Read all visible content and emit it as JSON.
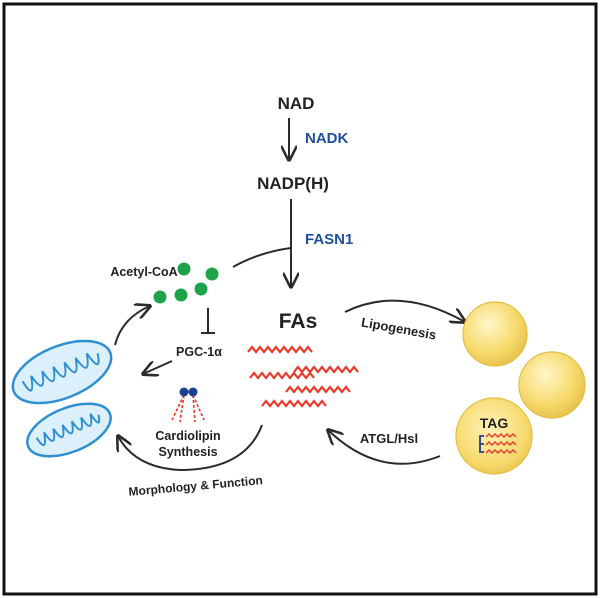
{
  "diagram": {
    "nodes": {
      "nad": "NAD",
      "nadph": "NADP(H)",
      "fas": "FAs",
      "acetyl_coa": "Acetyl-CoA",
      "pgc1a": "PGC-1α",
      "cardiolipin_line1": "Cardiolipin",
      "cardiolipin_line2": "Synthesis",
      "tag": "TAG"
    },
    "enzymes": {
      "nadk": "NADK",
      "fasn1": "FASN1"
    },
    "processes": {
      "lipogenesis": "Lipogenesis",
      "lipolysis": "ATGL/Hsl",
      "morphology": "Morphology & Function"
    },
    "colors": {
      "border": "#111111",
      "arrow": "#2b2b2b",
      "enzyme_text": "#1f4e9c",
      "acetyl_dots": "#1fa34a",
      "fatty_acid": "#e8392a",
      "lipid_droplet": "#f6d96a",
      "mitochondria": "#2f8fd0",
      "cardiolipin_head": "#1f3f8f"
    }
  }
}
